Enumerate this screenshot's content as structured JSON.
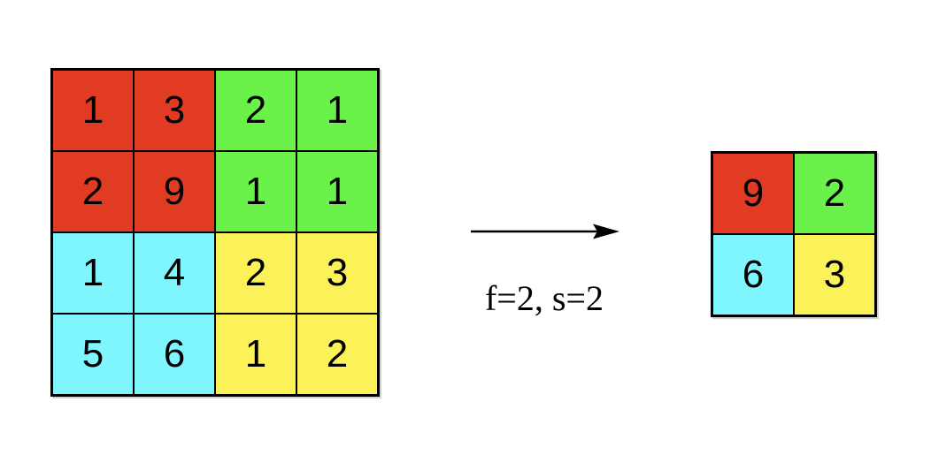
{
  "colors": {
    "red": "#E23B24",
    "green": "#6AF14A",
    "cyan": "#7FF5FD",
    "yellow": "#FBF259",
    "stroke": "#000000",
    "background": "#FFFFFF"
  },
  "input_grid": {
    "rows": 4,
    "cols": 4,
    "cells": [
      {
        "value": "1",
        "color": "red"
      },
      {
        "value": "3",
        "color": "red"
      },
      {
        "value": "2",
        "color": "green"
      },
      {
        "value": "1",
        "color": "green"
      },
      {
        "value": "2",
        "color": "red"
      },
      {
        "value": "9",
        "color": "red"
      },
      {
        "value": "1",
        "color": "green"
      },
      {
        "value": "1",
        "color": "green"
      },
      {
        "value": "1",
        "color": "cyan"
      },
      {
        "value": "4",
        "color": "cyan"
      },
      {
        "value": "2",
        "color": "yellow"
      },
      {
        "value": "3",
        "color": "yellow"
      },
      {
        "value": "5",
        "color": "cyan"
      },
      {
        "value": "6",
        "color": "cyan"
      },
      {
        "value": "1",
        "color": "yellow"
      },
      {
        "value": "2",
        "color": "yellow"
      }
    ]
  },
  "arrow": {
    "label": "f=2, s=2"
  },
  "output_grid": {
    "rows": 2,
    "cols": 2,
    "cells": [
      {
        "value": "9",
        "color": "red"
      },
      {
        "value": "2",
        "color": "green"
      },
      {
        "value": "6",
        "color": "cyan"
      },
      {
        "value": "3",
        "color": "yellow"
      }
    ]
  }
}
